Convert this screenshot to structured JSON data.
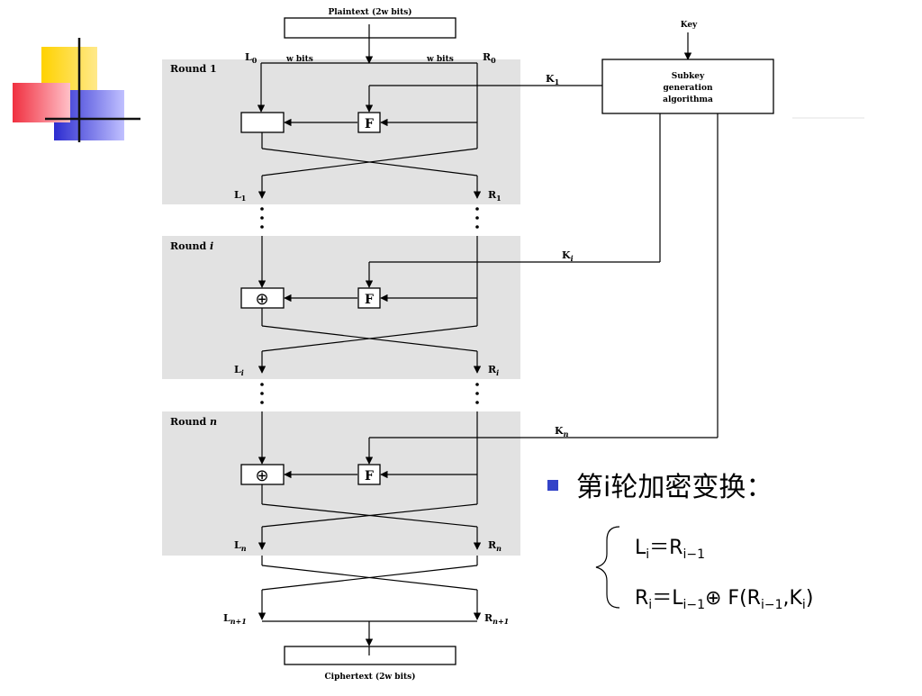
{
  "diagram": {
    "plaintext": "Plaintext (2w bits)",
    "ciphertext": "Ciphertext (2w bits)",
    "key": "Key",
    "subkey_box": [
      "Subkey",
      "generation",
      "algorithma"
    ],
    "w_bits_left": "w bits",
    "w_bits_right": "w bits",
    "func": "F",
    "xor_symbol": "⊕",
    "rounds": [
      {
        "title": "Round 1",
        "subkey": "K",
        "subkey_sub": "1",
        "in_left": "L",
        "in_left_sub": "0",
        "in_right": "R",
        "in_right_sub": "0",
        "out_left": "L",
        "out_left_sub": "1",
        "out_right": "R",
        "out_right_sub": "1"
      },
      {
        "title": "Round i",
        "subkey": "K",
        "subkey_sub": "i",
        "out_left": "L",
        "out_left_sub": "i",
        "out_right": "R",
        "out_right_sub": "i"
      },
      {
        "title": "Round n",
        "subkey": "K",
        "subkey_sub": "n",
        "out_left": "L",
        "out_left_sub": "n",
        "out_right": "R",
        "out_right_sub": "n"
      }
    ],
    "final_left": "L",
    "final_left_sub": "n+1",
    "final_right": "R",
    "final_right_sub": "n+1"
  },
  "text": {
    "heading": "第i轮加密变换：",
    "eq1": {
      "lhs": "L",
      "lhs_sub": "i",
      "op": "＝",
      "rhs": "R",
      "rhs_sub": "i−1"
    },
    "eq2": {
      "lhs": "R",
      "lhs_sub": "i",
      "op": "＝",
      "rhs": "L",
      "rhs_sub": "i−1",
      "xor": "⊕",
      "func": " F(R",
      "func_sub": "i−1",
      "comma": ",K",
      "k_sub": "i",
      "close": ")"
    }
  },
  "colors": {
    "bullet": "#3343c8",
    "round_bg": "#e2e2e2",
    "deco_yellow": "#ffd200",
    "deco_red": "#f03040",
    "deco_blue": "#2c2cd0"
  }
}
